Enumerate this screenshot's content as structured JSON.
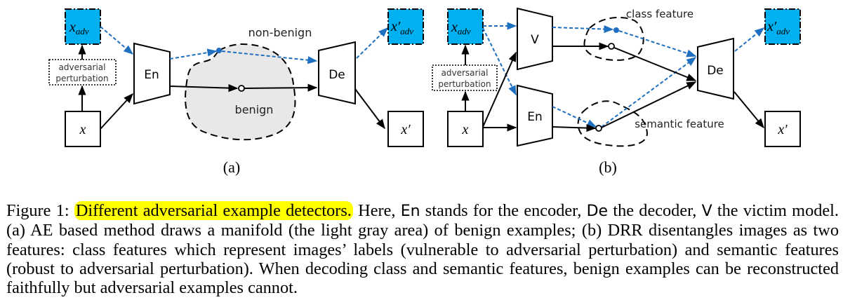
{
  "figure": {
    "colors": {
      "adv_fill": "#00b0f0",
      "adv_arrow": "#1f6fc0",
      "manifold_fill": "#e8e8e8",
      "highlight": "#ffff00",
      "stroke": "#000000"
    },
    "panel_a": {
      "x_adv": "x",
      "x_adv_sub": "adv",
      "perturbation_line1": "adversarial",
      "perturbation_line2": "perturbation",
      "x": "x",
      "encoder": "En",
      "decoder": "De",
      "non_benign": "non-benign",
      "benign": "benign",
      "x_adv_rec": "x′",
      "x_adv_rec_sub": "adv",
      "x_rec": "x′",
      "label": "(a)"
    },
    "panel_b": {
      "x_adv": "x",
      "x_adv_sub": "adv",
      "perturbation_line1": "adversarial",
      "perturbation_line2": "perturbation",
      "x": "x",
      "victim": "V",
      "encoder": "En",
      "decoder": "De",
      "class_feature": "class feature",
      "semantic_feature": "semantic feature",
      "x_adv_rec": "x′",
      "x_adv_rec_sub": "adv",
      "x_rec": "x′",
      "label": "(b)"
    }
  },
  "caption": {
    "prefix": "Figure 1: ",
    "highlighted": "Different adversarial example detectors.",
    "text_1": " Here, ",
    "en": "En",
    "text_2": " stands for the encoder, ",
    "de": "De",
    "text_3": " the decoder, ",
    "v": "V",
    "text_4": " the victim model. (a) AE based method draws a manifold (the light gray area) of benign examples; (b) DRR disentangles images as two features: class features which represent images’ labels (vulnerable to adversarial perturbation) and semantic features (robust to adversarial perturbation). When decoding class and semantic features, benign examples can be reconstructed faithfully but adversarial examples cannot."
  }
}
